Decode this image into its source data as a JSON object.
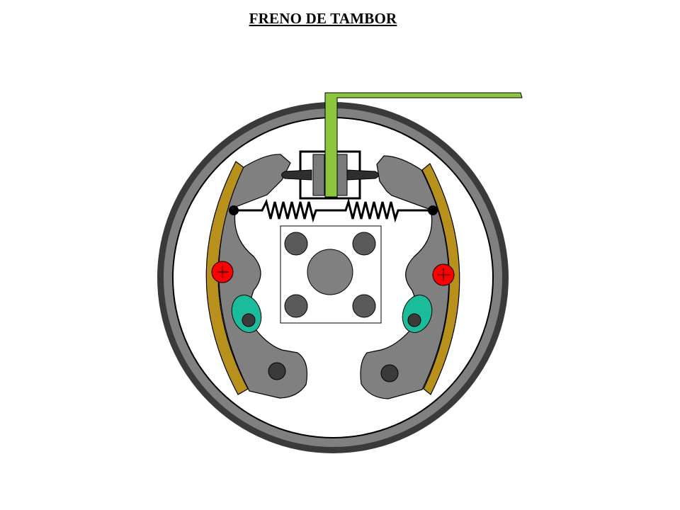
{
  "title": "FRENO DE TAMBOR",
  "colors": {
    "background": "#ffffff",
    "drum_outer": "#3a3a3a",
    "drum_ring": "#808080",
    "shoe": "#808080",
    "lining": "#b8901c",
    "control_rod": "#8cc63f",
    "cylinder_piston": "#7a7a7a",
    "spring": "#000000",
    "hub_plate": "#ffffff",
    "stud": "#5a5a5a",
    "pivot_pin": "#ff0000",
    "adjuster_cam": "#1abc9c",
    "outline": "#000000"
  },
  "components": [
    "brake-drum",
    "left-brake-shoe",
    "right-brake-shoe",
    "left-friction-lining",
    "right-friction-lining",
    "wheel-cylinder",
    "control-rod",
    "return-spring",
    "hub-plate",
    "pivot-pin",
    "adjuster-cam"
  ]
}
